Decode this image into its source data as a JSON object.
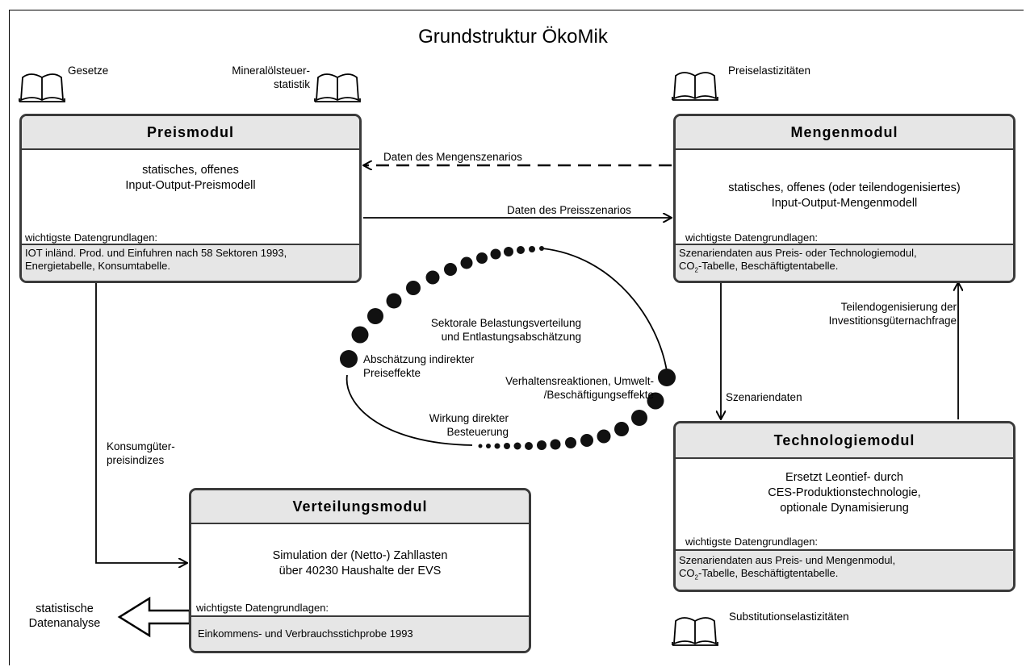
{
  "title": "Grundstruktur ÖkoMik",
  "books": {
    "gesetze": "Gesetze",
    "mineraloel_1": "Mineralölsteuer-",
    "mineraloel_2": "statistik",
    "preiselast": "Preiselastizitäten",
    "substitution": "Substitutionselastizitäten"
  },
  "modules": {
    "preis": {
      "title": "Preismodul",
      "desc_1": "statisches, offenes",
      "desc_2": "Input-Output-Preismodell",
      "data_label": "wichtigste Datengrundlagen:",
      "data_1": "IOT inländ. Prod. und Einfuhren nach 58 Sektoren 1993,",
      "data_2": "Energietabelle, Konsumtabelle."
    },
    "mengen": {
      "title": "Mengenmodul",
      "desc_1": "statisches, offenes (oder teilendogenisiertes)",
      "desc_2": "Input-Output-Mengenmodell",
      "data_label": "wichtigste Datengrundlagen:",
      "data_1": "Szenariendaten aus Preis- oder Technologiemodul,",
      "data_2_pre": "CO",
      "data_2_sub": "2",
      "data_2_post": "-Tabelle, Beschäftigtentabelle."
    },
    "technologie": {
      "title": "Technologiemodul",
      "desc_1": "Ersetzt Leontief- durch",
      "desc_2": "CES-Produktionstechnologie,",
      "desc_3": "optionale Dynamisierung",
      "data_label": "wichtigste Datengrundlagen:",
      "data_1": "Szenariendaten aus Preis- und Mengenmodul,",
      "data_2_pre": "CO",
      "data_2_sub": "2",
      "data_2_post": "-Tabelle, Beschäftigtentabelle."
    },
    "verteilung": {
      "title": "Verteilungsmodul",
      "desc_1": "Simulation der (Netto-) Zahllasten",
      "desc_2": "über 40230 Haushalte der EVS",
      "data_label": "wichtigste Datengrundlagen:",
      "data_1": "Einkommens- und Verbrauchsstichprobe 1993"
    }
  },
  "arrows": {
    "mengenszenario": "Daten des Mengenszenarios",
    "preisszenario": "Daten des Preisszenarios",
    "konsum_1": "Konsumgüter-",
    "konsum_2": "preisindizes",
    "szenariendaten": "Szenariendaten",
    "teilendo_1": "Teilendogenisierung der",
    "teilendo_2": "Investitionsgüternachfrage"
  },
  "cycle": {
    "sektorale_1": "Sektorale Belastungsverteilung",
    "sektorale_2": "und Entlastungsabschätzung",
    "abschaetzung_1": "Abschätzung indirekter",
    "abschaetzung_2": "Preiseffekte",
    "verhalten_1": "Verhaltensreaktionen, Umwelt-",
    "verhalten_2": "/Beschäftigungseffekte",
    "wirkung_1": "Wirkung direkter",
    "wirkung_2": "Besteuerung"
  },
  "output": {
    "line_1": "statistische",
    "line_2": "Datenanalyse"
  }
}
